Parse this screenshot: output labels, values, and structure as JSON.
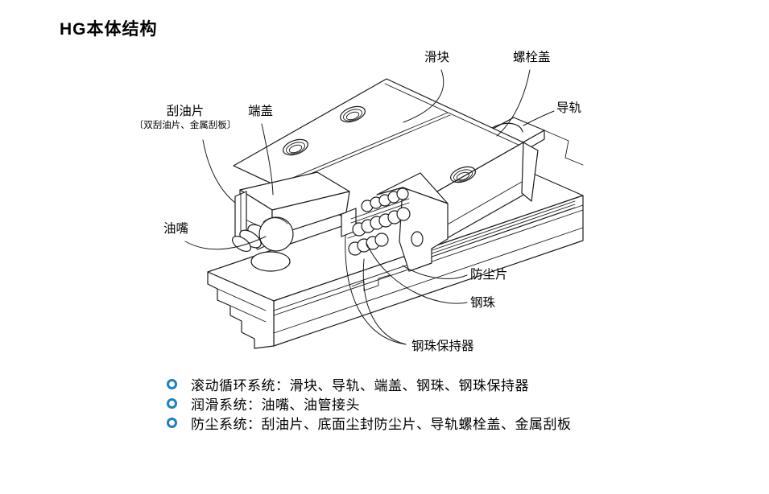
{
  "page": {
    "title": "HG本体结构",
    "background_color": "#ffffff",
    "line_color": "#1b1b1b"
  },
  "diagram": {
    "type": "isometric-technical-illustration",
    "subject": "HG series linear guideway exploded structure",
    "callouts": [
      {
        "id": "slider",
        "label": "滑块"
      },
      {
        "id": "bolt_cover",
        "label": "螺栓盖"
      },
      {
        "id": "rail",
        "label": "导轨"
      },
      {
        "id": "scraper",
        "label": "刮油片",
        "sub": "〔双刮油片、金属刮板〕"
      },
      {
        "id": "end_cap",
        "label": "端盖"
      },
      {
        "id": "grease_nipple",
        "label": "油嘴"
      },
      {
        "id": "dust_plate",
        "label": "防尘片"
      },
      {
        "id": "steel_ball",
        "label": "钢珠"
      },
      {
        "id": "ball_retainer",
        "label": "钢珠保持器"
      }
    ]
  },
  "legend": {
    "bullet_icon": "hollow-circle",
    "bullet_color": "#1e7fc2",
    "items": [
      "滚动循环系统：滑块、导轨、端盖、钢珠、钢珠保持器",
      "润滑系统：油嘴、油管接头",
      "防尘系统：刮油片、底面尘封防尘片、导轨螺栓盖、金属刮板"
    ]
  }
}
